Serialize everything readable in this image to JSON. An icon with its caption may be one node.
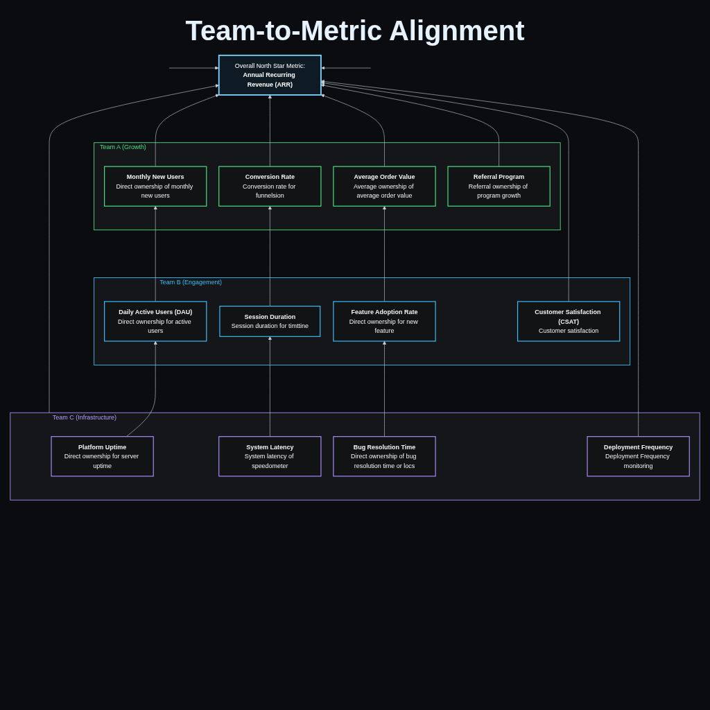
{
  "diagram": {
    "title": "Team-to-Metric Alignment",
    "nodes": [
      {
        "text": [
          "Overall North Star Metric:",
          "Annual Recurring Revenue (ARR)"
        ]
      },
      {
        "text": [
          "Team A (Growth)"
        ]
      },
      {
        "text": [
          "Monthly New Users",
          "Direct ownership of monthly new users"
        ],
        "in": 1
      },
      {
        "text": [
          "Conversion Rate",
          "Conversion rate for funnelsion"
        ],
        "in": 1
      },
      {
        "text": [
          "Average Order Value",
          "Average ownership of average order value"
        ],
        "in": 1
      },
      {
        "text": [
          "Referral Program",
          "Referral ownership of program growth"
        ],
        "in": 1
      },
      {
        "text": [
          "Team B (Engagement)"
        ]
      },
      {
        "text": [
          "Daily Active Users (DAU)",
          "Direct ownership for active users"
        ],
        "in": 6
      },
      {
        "text": [
          "Session Duration",
          "Session duration for timttine"
        ],
        "in": 6
      },
      {
        "text": [
          "Feature Adoption Rate",
          "Direct ownership for new feature"
        ],
        "in": 6
      },
      {
        "text": [
          "Customer Satisfaction (CSAT)",
          "Customer satisfaction"
        ],
        "in": 6
      },
      {
        "text": [
          "Team C (Infrastructure)"
        ]
      },
      {
        "text": [
          "Platform Uptime",
          "Direct ownership for server uptime"
        ],
        "in": 11
      },
      {
        "text": [
          "System Latency",
          "System latency of speedometer"
        ],
        "in": 11
      },
      {
        "text": [
          "Bug Resolution Time",
          "Direct ownership of bug resolution time or locs"
        ],
        "in": 11
      },
      {
        "text": [
          "Deployment Frequency",
          "Deployment Frequency monitoring"
        ],
        "in": 11
      }
    ],
    "edges": [
      {
        "from": null,
        "to": 0,
        "arrow": "to"
      },
      {
        "from": null,
        "to": 0,
        "arrow": "to"
      },
      {
        "from": 2,
        "to": 0,
        "arrow": "to"
      },
      {
        "from": 3,
        "to": 0,
        "arrow": "to"
      },
      {
        "from": 11,
        "to": 0,
        "arrow": "to"
      },
      {
        "from": 4,
        "to": 0,
        "arrow": "to"
      },
      {
        "from": 5,
        "to": 0,
        "arrow": "to"
      },
      {
        "from": 10,
        "to": 0,
        "arrow": "to"
      },
      {
        "from": 15,
        "to": 0,
        "arrow": "to"
      },
      {
        "from": 7,
        "to": 2,
        "arrow": "to"
      },
      {
        "from": 8,
        "to": 3,
        "arrow": "to"
      },
      {
        "from": 9,
        "to": 4,
        "arrow": "to"
      },
      {
        "from": 12,
        "to": 7,
        "arrow": "to"
      },
      {
        "from": 13,
        "to": 8,
        "arrow": "to"
      },
      {
        "from": 14,
        "to": 9,
        "arrow": "to"
      }
    ]
  }
}
